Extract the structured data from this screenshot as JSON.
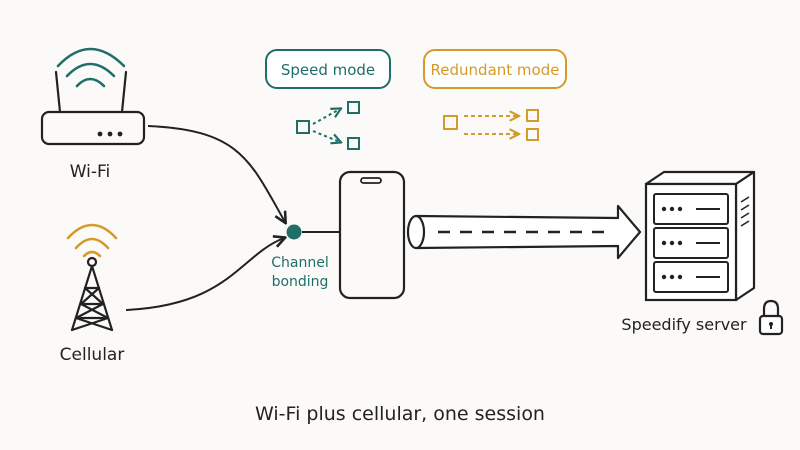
{
  "colors": {
    "ink": "#222222",
    "teal": "#1f6e68",
    "amber": "#d49a2a",
    "background": "#fbfaf8"
  },
  "labels": {
    "wifi": "Wi-Fi",
    "cellular": "Cellular",
    "channel_bonding_line1": "Channel",
    "channel_bonding_line2": "bonding",
    "speed_mode": "Speed mode",
    "redundant_mode": "Redundant mode",
    "server": "Speedify server",
    "caption": "Wi-Fi plus cellular, one session"
  },
  "icons": {
    "wifi_source": "router-icon",
    "cellular_source": "cell-tower-icon",
    "device": "smartphone-icon",
    "destination": "server-icon",
    "security": "lock-icon"
  }
}
